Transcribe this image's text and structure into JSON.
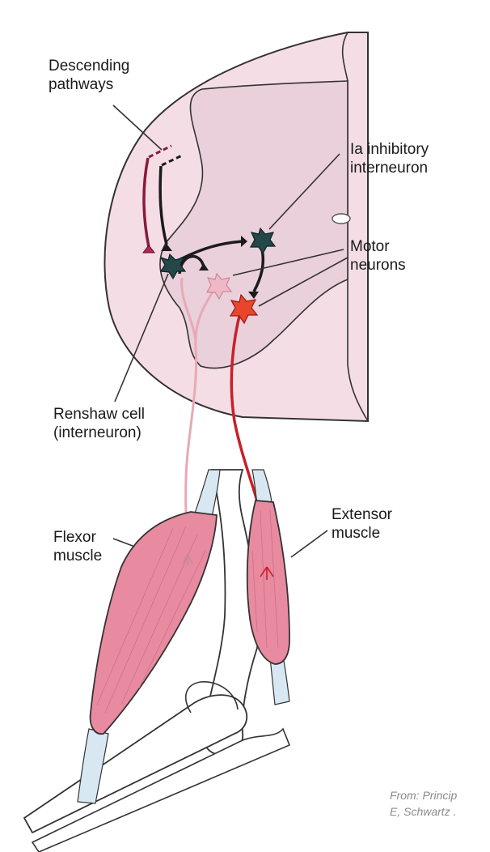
{
  "labels": {
    "descending_line1": "Descending",
    "descending_line2": "pathways",
    "ia_line1": "Ia inhibitory",
    "ia_line2": "interneuron",
    "motor_line1": "Motor",
    "motor_line2": "neurons",
    "renshaw_line1": "Renshaw cell",
    "renshaw_line2": "(interneuron)",
    "extensor_line1": "Extensor",
    "extensor_line2": "muscle",
    "flexor_line1": "Flexor",
    "flexor_line2": "muscle"
  },
  "credit": {
    "line1": "From: Princip",
    "line2": "E, Schwartz ."
  },
  "colors": {
    "spinal_white_matter": "#f5dde6",
    "spinal_gray_matter": "#ead0da",
    "motor_neuron_extensor": "#e8462c",
    "motor_neuron_flexor": "#f0b8c6",
    "interneuron": "#24474a",
    "muscle": "#e88aa0",
    "tendon": "#d8e8f2",
    "axon_red": "#c8202a",
    "axon_pink": "#e8a9b6"
  }
}
